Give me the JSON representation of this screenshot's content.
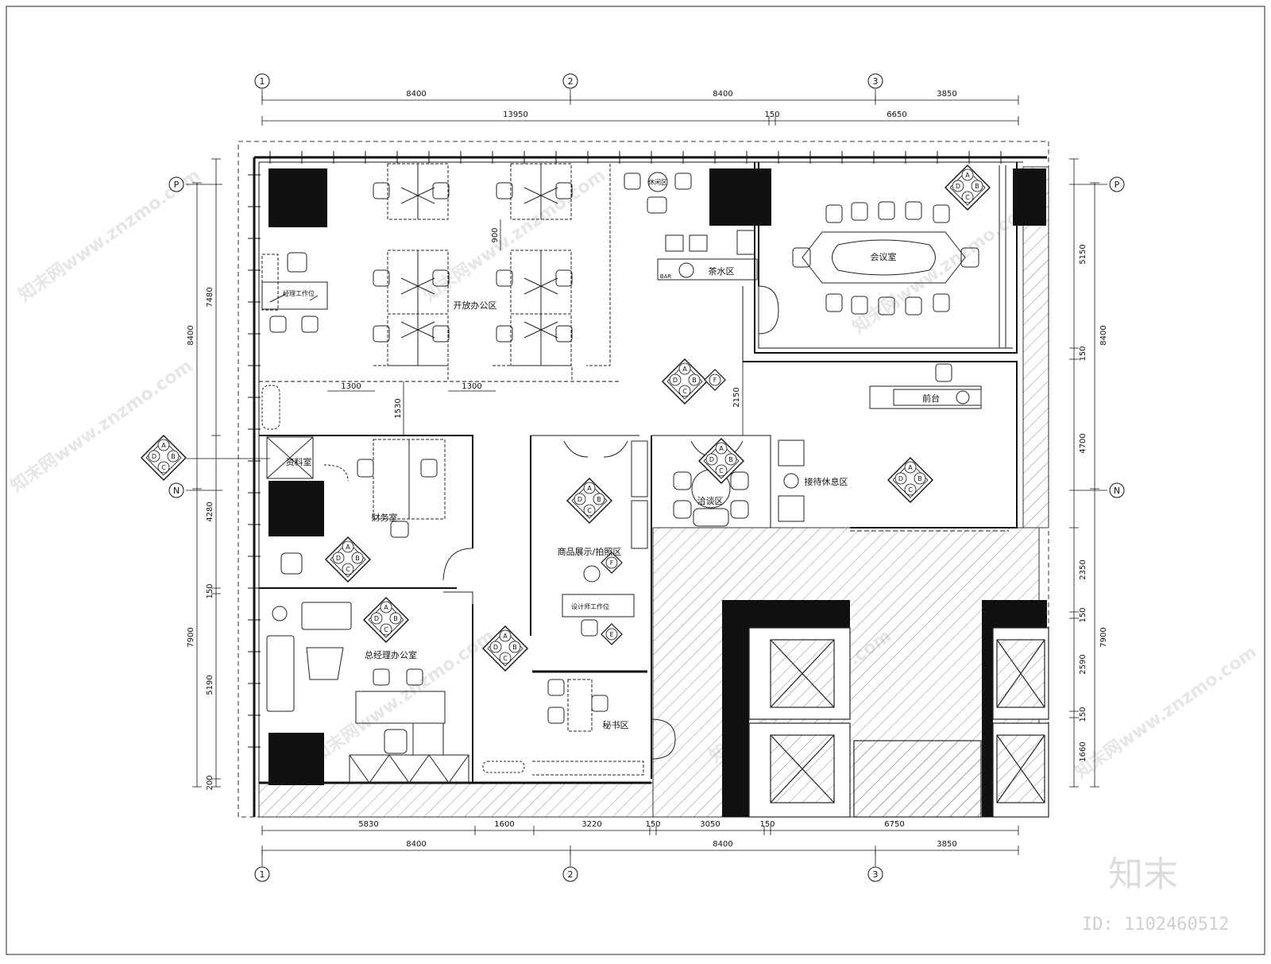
{
  "grid_axes": {
    "vertical": [
      "1",
      "2",
      "3"
    ],
    "horizontal": [
      "P",
      "N"
    ]
  },
  "dimensions": {
    "top_row1": [
      "8400",
      "8400",
      "3850"
    ],
    "top_row2": [
      "13950",
      "150",
      "6650"
    ],
    "bottom_row1": [
      "5830",
      "1600",
      "3220",
      "150",
      "3050",
      "150",
      "6750"
    ],
    "bottom_row2": [
      "8400",
      "8400",
      "3850"
    ],
    "left_outer": [
      "8400",
      "7900"
    ],
    "left_inner": [
      "7480",
      "4280",
      "150",
      "5190",
      "200"
    ],
    "right_outer": [
      "8400",
      "7900"
    ],
    "right_inner": [
      "5150",
      "150",
      "4700",
      "2350",
      "150",
      "2590",
      "150",
      "1660"
    ],
    "internal": [
      "900",
      "1300",
      "1300",
      "1530",
      "2150"
    ]
  },
  "rooms": {
    "open_office": "开放办公区",
    "manager_desk": "经理工作位",
    "leisure": "休闲区",
    "tea": "茶水区",
    "bar": "BAR",
    "meeting": "会议室",
    "reception": "前台",
    "archive": "资料室",
    "finance": "财务室",
    "product": "商品展示/拍照区",
    "designer": "设计师工作位",
    "negotiation": "洽谈区",
    "waiting": "接待休息区",
    "gm_office": "总经理办公室",
    "secretary": "秘书区"
  },
  "index_letters": [
    "A",
    "B",
    "C",
    "D"
  ],
  "index_extra": [
    "F",
    "E",
    "F"
  ],
  "watermark": {
    "brand": "知末",
    "id": "ID: 1102460512",
    "site": "知末网www.znzmo.com"
  }
}
